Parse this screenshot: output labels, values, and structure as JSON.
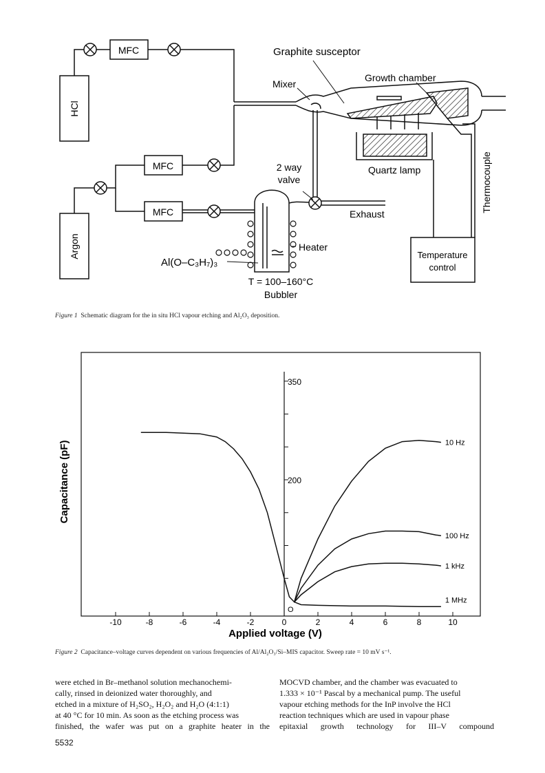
{
  "figure1": {
    "labels": {
      "mfc_top": "MFC",
      "mfc_mid": "MFC",
      "mfc_bottom": "MFC",
      "hcl": "HCl",
      "argon": "Argon",
      "graphite_susceptor": "Graphite susceptor",
      "mixer": "Mixer",
      "growth_chamber": "Growth chamber",
      "two_way_valve_line1": "2 way",
      "two_way_valve_line2": "valve",
      "quartz_lamp": "Quartz lamp",
      "thermocouple": "Thermocouple",
      "exhaust": "Exhaust",
      "heater": "Heater",
      "precursor": "Al(O–C₃H₇)₃",
      "temperature_range": "T = 100–160°C",
      "bubbler": "Bubbler",
      "temp_control_line1": "Temperature",
      "temp_control_line2": "control"
    },
    "caption_label": "Figure 1",
    "caption_text": "Schematic diagram for the in situ HCl vapour etching and Al₂O₃ deposition."
  },
  "chart_data": {
    "type": "line",
    "title": "",
    "xlabel": "Applied voltage (V)",
    "ylabel": "Capacitance (pF)",
    "xlim": [
      -11,
      11
    ],
    "ylim": [
      0,
      370
    ],
    "x_ticks": [
      -10,
      -8,
      -6,
      -4,
      -2,
      0,
      2,
      4,
      6,
      8,
      10
    ],
    "x_tick_labels": [
      "-10",
      "-8",
      "-6",
      "-4",
      "-2",
      "0",
      "2",
      "4",
      "6",
      "8",
      "10"
    ],
    "y_tick_labels": [
      {
        "value": 200,
        "label": "200"
      },
      {
        "value": 350,
        "label": "350"
      }
    ],
    "series": [
      {
        "name": "10 Hz",
        "x": [
          -8.5,
          -7,
          -5,
          -4,
          -3.5,
          -3,
          -2.5,
          -2,
          -1.5,
          -1,
          -0.5,
          0,
          0.3,
          0.6,
          1,
          2,
          3,
          4,
          5,
          6,
          7,
          8,
          9,
          9.3
        ],
        "y": [
          272,
          272,
          270,
          265,
          258,
          247,
          232,
          212,
          186,
          150,
          100,
          50,
          22,
          14,
          50,
          110,
          160,
          198,
          228,
          248,
          258,
          260,
          258,
          257
        ]
      },
      {
        "name": "100 Hz",
        "x": [
          0.6,
          1,
          2,
          3,
          4,
          5,
          6,
          7,
          8,
          9,
          9.3
        ],
        "y": [
          14,
          35,
          70,
          95,
          110,
          118,
          122,
          122,
          121,
          116,
          115
        ]
      },
      {
        "name": "1 kHz",
        "x": [
          0.6,
          1,
          2,
          3,
          4,
          5,
          6,
          7,
          8,
          9,
          9.3
        ],
        "y": [
          14,
          25,
          45,
          60,
          68,
          72,
          73,
          73,
          72,
          70,
          69
        ]
      },
      {
        "name": "1 MHz",
        "x": [
          0.6,
          1,
          2,
          4,
          6,
          8,
          9.3
        ],
        "y": [
          14,
          10,
          9,
          8,
          8,
          7,
          7
        ]
      }
    ],
    "legend": "inline-right",
    "origin_label": "O",
    "caption_label": "Figure 2",
    "caption_text": "Capacitance–voltage curves dependent on various frequencies of Al/Al₂O₃/Si–MIS capacitor. Sweep rate = 10 mV s⁻¹."
  },
  "body": {
    "left_column": [
      "were etched in Br–methanol solution mechanochemi-",
      "cally, rinsed in deionized water thoroughly, and",
      "etched in a mixture of H₂SO₂, H₂O₂ and H₂O (4:1:1)",
      "at 40 °C for 10 min. As soon as the etching process was",
      "finished, the wafer was put on a graphite heater in the"
    ],
    "right_column": [
      "MOCVD chamber, and the chamber was evacuated to",
      "1.333 × 10⁻¹ Pascal by a mechanical pump. The useful",
      "vapour etching methods for the InP involve the HCl",
      "reaction techniques which are used in vapour phase",
      "epitaxial growth technology for III–V compound"
    ],
    "page_number": "5532"
  }
}
